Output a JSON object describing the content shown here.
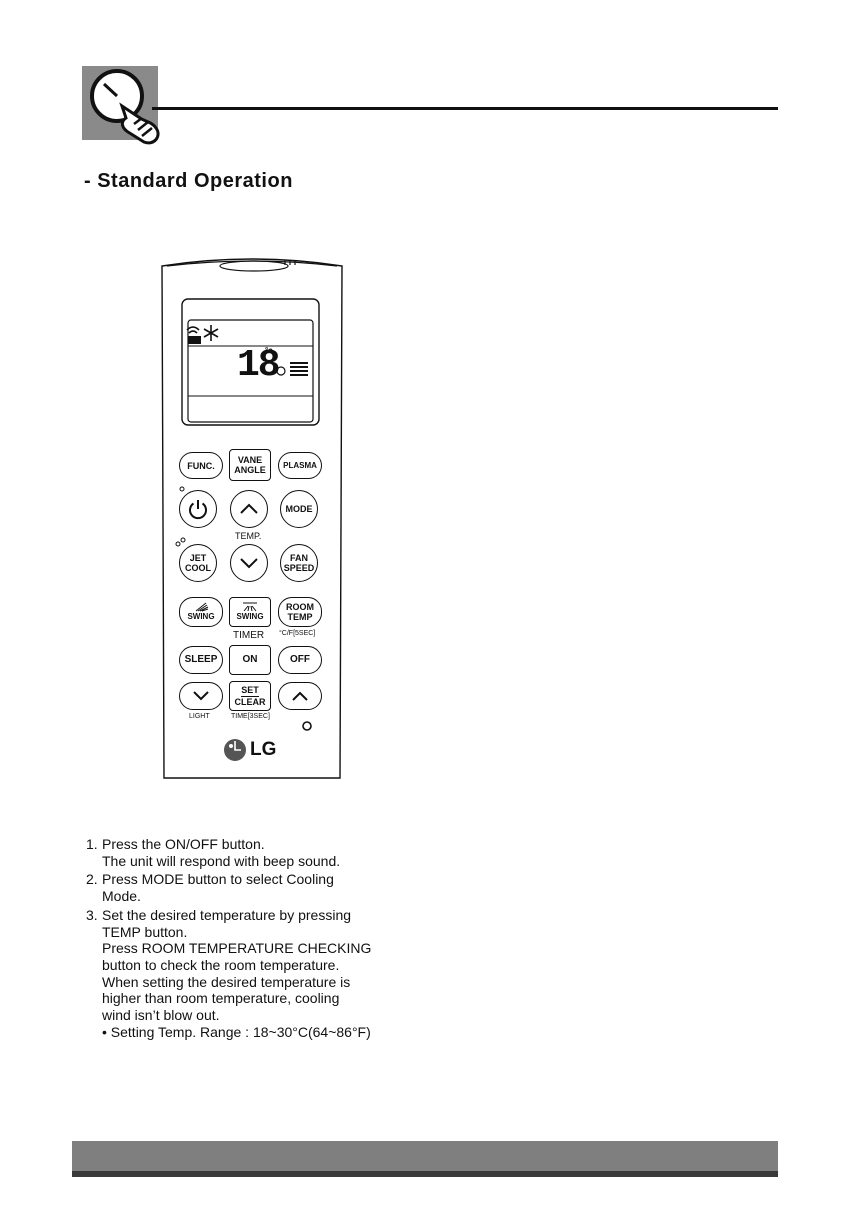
{
  "section": {
    "title": "- Standard Operation"
  },
  "remote": {
    "display": {
      "temperature": "18",
      "unit": "°c"
    },
    "buttons": {
      "func": "FUNC.",
      "vane_1": "VANE",
      "vane_2": "ANGLE",
      "plasma": "PLASMA",
      "mode": "MODE",
      "jet_1": "JET",
      "jet_2": "COOL",
      "fan_1": "FAN",
      "fan_2": "SPEED",
      "swing": "SWING",
      "room_1": "ROOM",
      "room_2": "TEMP",
      "sleep": "SLEEP",
      "on": "ON",
      "off": "OFF",
      "set": "SET",
      "clear": "CLEAR"
    },
    "labels": {
      "temp": "TEMP.",
      "timer": "TIMER",
      "cf": "°C/F[5SEC]",
      "light": "LIGHT",
      "time": "TIME[3SEC]"
    },
    "brand": "LG"
  },
  "steps": [
    {
      "num": "1.",
      "lines": [
        "Press the ON/OFF button.",
        "The unit will respond with beep sound."
      ]
    },
    {
      "num": "2.",
      "lines": [
        "Press MODE button to select Cooling",
        "Mode."
      ]
    },
    {
      "num": "3.",
      "lines": [
        "Set the desired temperature by pressing",
        "TEMP button.",
        "Press ROOM TEMPERATURE CHECKING",
        "button to check the room temperature.",
        "When setting the desired temperature is",
        "higher than room temperature, cooling",
        "wind isn’t blow out.",
        "• Setting Temp. Range : 18~30°C(64~86°F)"
      ]
    }
  ]
}
